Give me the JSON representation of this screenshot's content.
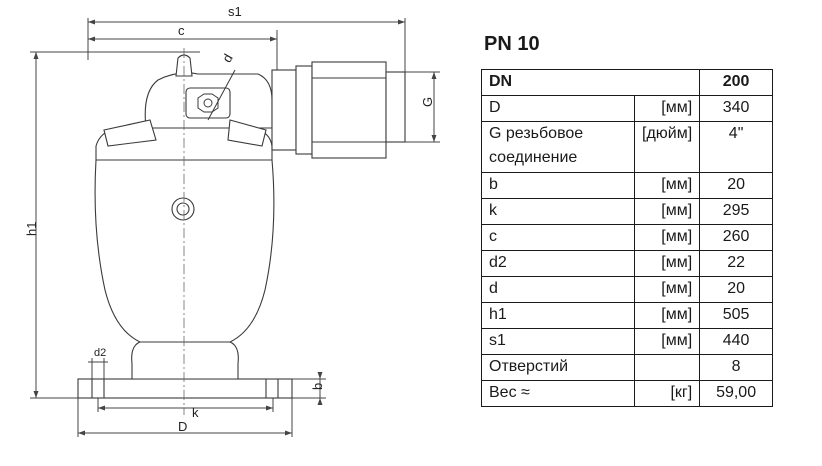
{
  "drawing": {
    "labels": {
      "s1": "s1",
      "c": "c",
      "d": "d",
      "G": "G",
      "h1": "h1",
      "d2": "d2",
      "b": "b",
      "k": "k",
      "D": "D"
    }
  },
  "table": {
    "title": "PN 10",
    "header": {
      "param": "DN",
      "value": "200"
    },
    "rows": [
      {
        "param": "D",
        "unit": "[мм]",
        "value": "340"
      },
      {
        "param": "G резьбовое соединение",
        "unit": "[дюйм]",
        "value": "4\""
      },
      {
        "param": "b",
        "unit": "[мм]",
        "value": "20"
      },
      {
        "param": "k",
        "unit": "[мм]",
        "value": "295"
      },
      {
        "param": "c",
        "unit": "[мм]",
        "value": "260"
      },
      {
        "param": "d2",
        "unit": "[мм]",
        "value": "22"
      },
      {
        "param": "d",
        "unit": "[мм]",
        "value": "20"
      },
      {
        "param": "h1",
        "unit": "[мм]",
        "value": "505"
      },
      {
        "param": "s1",
        "unit": "[мм]",
        "value": "440"
      },
      {
        "param": "Отверстий",
        "unit": "",
        "value": "8"
      },
      {
        "param": "Вес ≈",
        "unit": "[кг]",
        "value": "59,00"
      }
    ]
  }
}
